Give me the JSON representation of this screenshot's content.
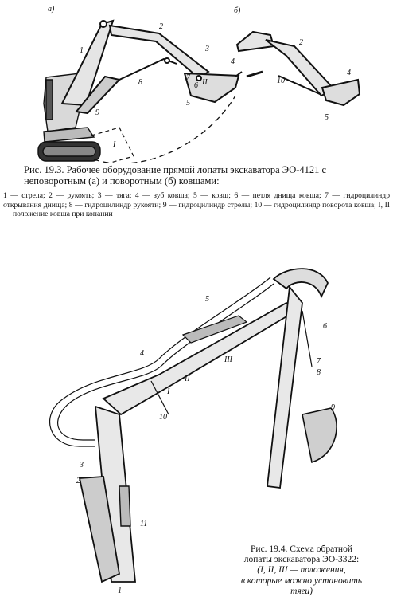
{
  "figure1": {
    "panel_a": "а)",
    "panel_b": "б)",
    "labels_a": [
      "1",
      "2",
      "3",
      "4",
      "5",
      "6",
      "7",
      "8",
      "9",
      "II",
      "I"
    ],
    "labels_b": [
      "2",
      "4",
      "10",
      "5"
    ],
    "caption_line1": "Рис. 19.3. Рабочее оборудование прямой лопаты экскаватора ЭО-4121 с",
    "caption_line2": "неповоротным (а) и поворотным (б) ковшами:",
    "legend": "1 — стрела; 2 — рукоять; 3 — тяга; 4 — зуб ковша; 5 — ковш; 6 — петля днища ковша; 7 — гидроцилиндр открывания днища; 8 — гидроцилиндр рукояти; 9 — гидроцилиндр стрелы; 10 — гидроцилиндр поворота ковша; I, II — положение ковша при копании"
  },
  "figure2": {
    "labels": [
      "5",
      "6",
      "4",
      "III",
      "II",
      "I",
      "7",
      "8",
      "9",
      "10",
      "3",
      "2",
      "11",
      "1"
    ],
    "caption_line1": "Рис. 19.4. Схема обратной",
    "caption_line2": "лопаты экскаватора ЭО-3322:",
    "caption_line3": "(I, II, III — положения,",
    "caption_line4": "в которые можно установить",
    "caption_line5": "тяги)"
  }
}
